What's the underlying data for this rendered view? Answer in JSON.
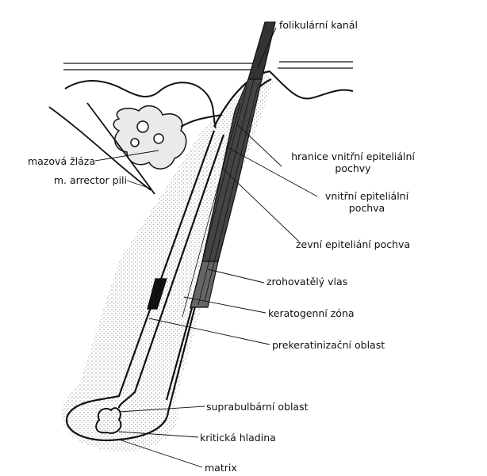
{
  "labels": {
    "follicular_canal": "folikulární kanál",
    "inner_sheath_boundary_line1": "hranice vnitřní epiteliální",
    "inner_sheath_boundary_line2": "pochvy",
    "inner_sheath_line1": "vnitřní epiteliální",
    "inner_sheath_line2": "pochva",
    "outer_sheath": "zevní epiteliání pochva",
    "keratinized_hair": "zrohovatělý vlas",
    "keratogenous_zone": "keratogenní zóna",
    "prekeratinization_area": "prekeratinizační oblast",
    "suprabulbar_area": "suprabulbární oblast",
    "critical_level": "kritická hladina",
    "matrix": "matrix",
    "sebaceous_gland": "mazová žláza",
    "arrector_pili": "m. arrector pili"
  },
  "colors": {
    "ink": "#111111",
    "background": "#ffffff"
  }
}
